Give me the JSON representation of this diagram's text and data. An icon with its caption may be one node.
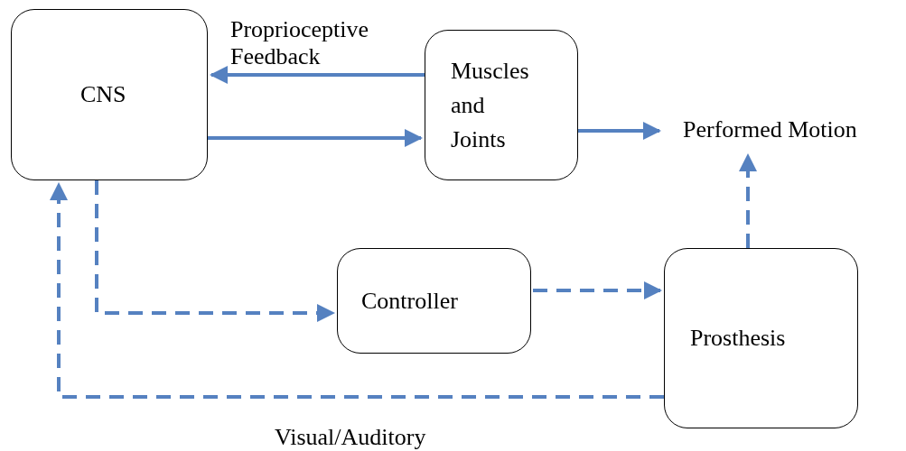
{
  "diagram": {
    "nodes": [
      {
        "text": [
          "CNS"
        ]
      },
      {
        "text": [
          "Muscles and Joints"
        ]
      },
      {
        "text": [
          "Performed Motion"
        ]
      },
      {
        "text": [
          "Controller"
        ]
      },
      {
        "text": [
          "Prosthesis"
        ]
      }
    ],
    "edges": [
      {
        "from": 1,
        "to": 0,
        "arrow": "to",
        "label": "Proprioceptive Feedback"
      },
      {
        "from": 0,
        "to": 1,
        "arrow": "to"
      },
      {
        "from": 1,
        "to": 2,
        "arrow": "to"
      },
      {
        "from": 0,
        "to": 3,
        "arrow": "to",
        "style": "dashed"
      },
      {
        "from": 3,
        "to": 4,
        "arrow": "to",
        "style": "dashed"
      },
      {
        "from": 4,
        "to": 2,
        "arrow": "to",
        "style": "dashed"
      },
      {
        "from": 4,
        "to": 0,
        "arrow": "to",
        "style": "dashed",
        "label": "Visual/Auditory"
      }
    ]
  }
}
